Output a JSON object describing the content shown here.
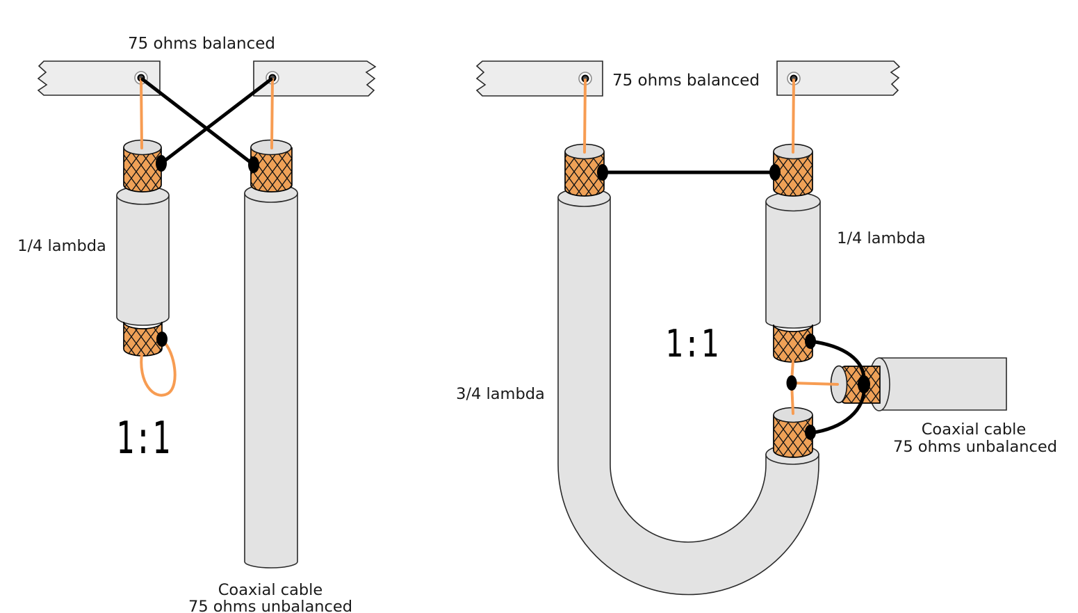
{
  "colors": {
    "braid_orange": "#efa157",
    "wire_orange": "#f79c52",
    "jacket_gray": "#e3e3e3",
    "face_gray": "#dedede",
    "element_gray": "#ededed",
    "wire_black": "#000000"
  },
  "left_diagram": {
    "title": "75 ohms balanced",
    "stub_label": "1/4 lambda",
    "ratio_label": "1:1",
    "cable_label_line1": "Coaxial cable",
    "cable_label_line2": "75 ohms unbalanced"
  },
  "right_diagram": {
    "title": "75 ohms balanced",
    "stub_label": "1/4 lambda",
    "loop_label": "3/4 lambda",
    "ratio_label": "1:1",
    "cable_label_line1": "Coaxial cable",
    "cable_label_line2": "75 ohms unbalanced"
  }
}
